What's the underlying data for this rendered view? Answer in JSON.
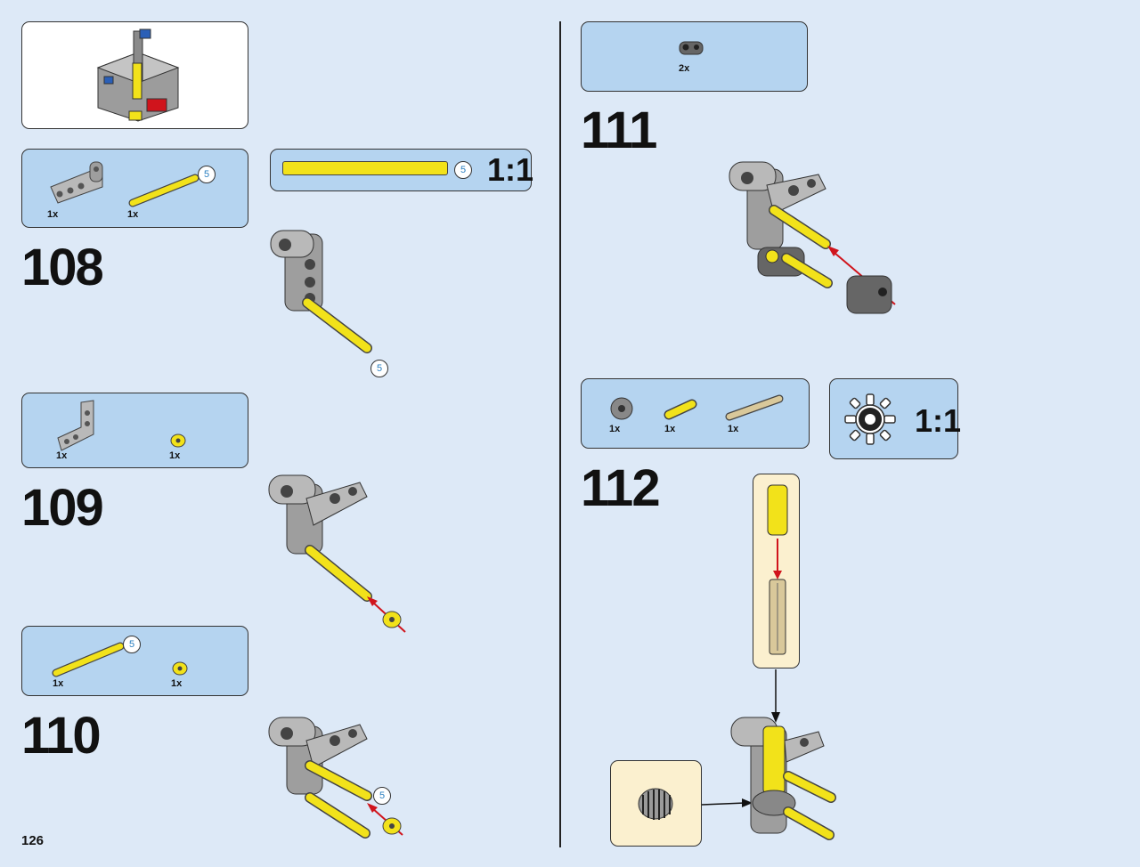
{
  "page": {
    "number": "126"
  },
  "steps": [
    {
      "number": "108",
      "parts": [
        {
          "qty": "1x"
        },
        {
          "qty": "1x",
          "length": "5"
        }
      ],
      "axle_length": "5",
      "scale_label": "1:1",
      "scale_length": "5"
    },
    {
      "number": "109",
      "parts": [
        {
          "qty": "1x"
        },
        {
          "qty": "1x"
        }
      ]
    },
    {
      "number": "110",
      "parts": [
        {
          "qty": "1x",
          "length": "5"
        },
        {
          "qty": "1x"
        }
      ],
      "axle_length": "5"
    },
    {
      "number": "111",
      "parts": [
        {
          "qty": "2x"
        }
      ]
    },
    {
      "number": "112",
      "parts": [
        {
          "qty": "1x"
        },
        {
          "qty": "1x"
        },
        {
          "qty": "1x"
        }
      ],
      "scale_label": "1:1"
    }
  ],
  "colors": {
    "background": "#dde9f7",
    "parts_box": "#b5d4f0",
    "callout": "#fbf0cf",
    "axle": "#f2e21a",
    "beam": "#a9a9a9",
    "arrow": "#d0141c"
  }
}
